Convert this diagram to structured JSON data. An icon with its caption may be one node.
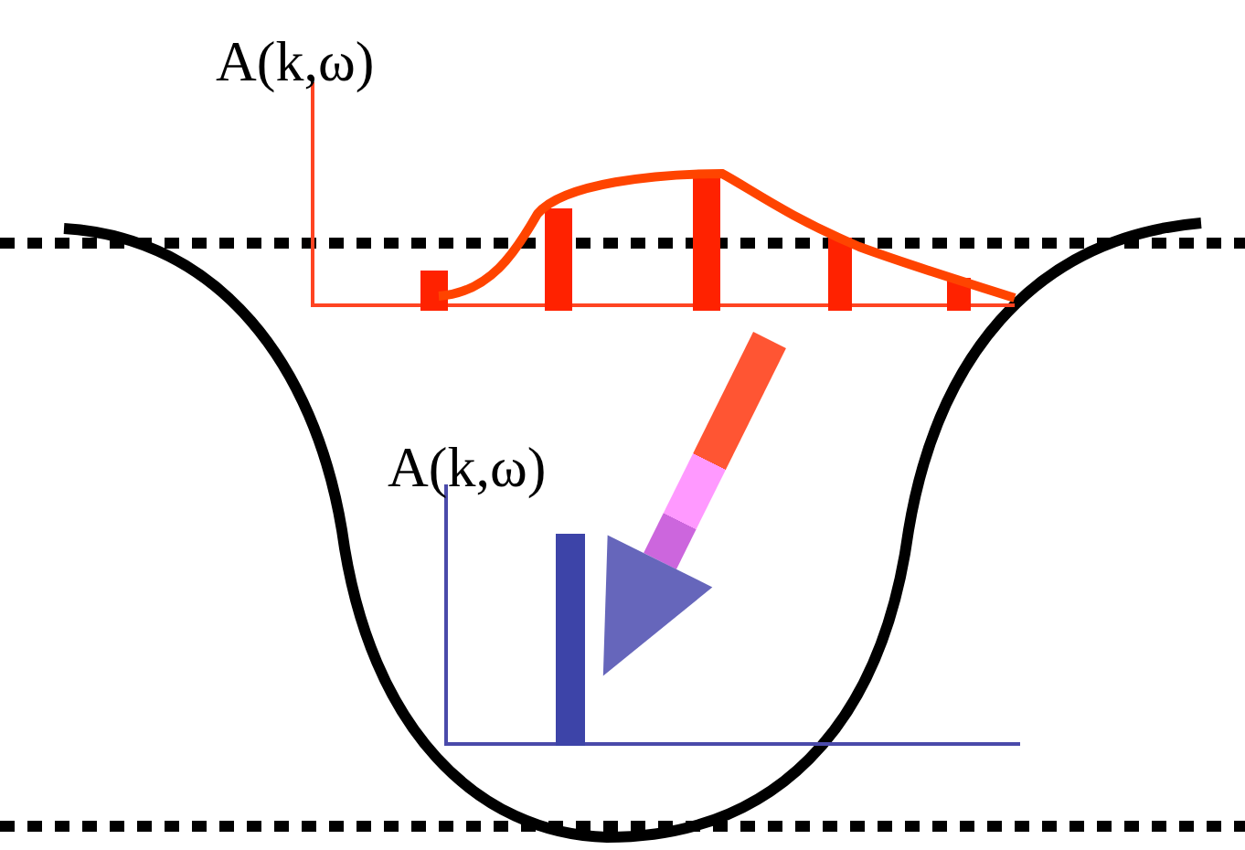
{
  "diagram": {
    "nodes": [
      {
        "text": [
          "A(k,ω)"
        ]
      },
      {
        "text": [
          "A(k,ω)"
        ]
      }
    ],
    "edges": [
      {
        "from": 0,
        "to": 1,
        "arrow": "to",
        "style": "thick"
      }
    ]
  }
}
